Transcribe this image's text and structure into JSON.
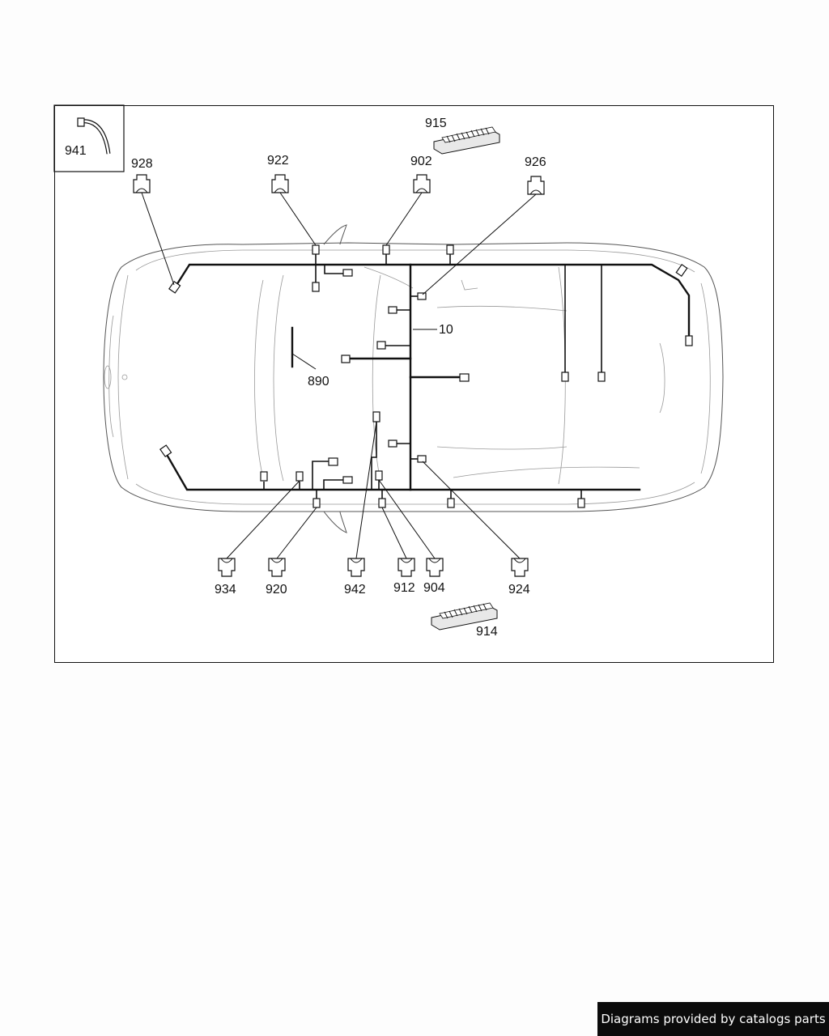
{
  "diagram": {
    "inset_part": "941",
    "labels": {
      "p915": "915",
      "p928": "928",
      "p922": "922",
      "p902": "902",
      "p926": "926",
      "p10": "10",
      "p890": "890",
      "p934": "934",
      "p920": "920",
      "p942": "942",
      "p912": "912",
      "p904": "904",
      "p924": "924",
      "p914": "914"
    }
  },
  "footer": {
    "text": "Diagrams provided by catalogs parts"
  }
}
